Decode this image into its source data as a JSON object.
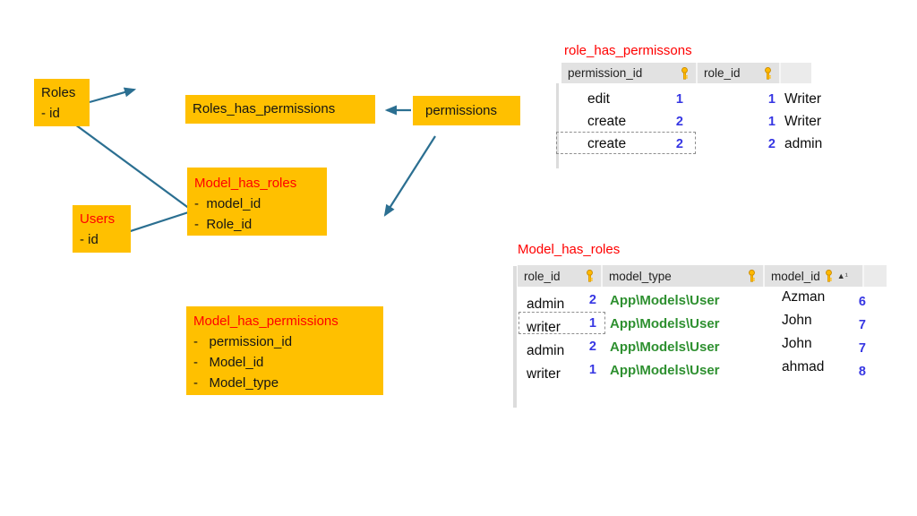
{
  "colors": {
    "box_fill": "#FFC000",
    "title_red": "#FF0000",
    "arrow_teal": "#2B6F91",
    "value_blue": "#3636E3",
    "model_type_green": "#2E9030",
    "table_header_gray": "#E2E2E2"
  },
  "boxes": {
    "roles": {
      "title": "Roles",
      "field1": "- id"
    },
    "roles_has_permissions": {
      "title": "Roles_has_permissions"
    },
    "permissions": {
      "title": "permissions"
    },
    "model_has_roles": {
      "title": "Model_has_roles",
      "field1": "-  model_id",
      "field2": "-  Role_id"
    },
    "users": {
      "title": "Users",
      "field1": "- id"
    },
    "model_has_permissions": {
      "title": "Model_has_permissions",
      "field1": "-   permission_id",
      "field2": "-   Model_id",
      "field3": "-   Model_type"
    }
  },
  "tables": {
    "role_has_permissons": {
      "title": "role_has_permissons",
      "columns": [
        "permission_id",
        "role_id"
      ],
      "rows": [
        {
          "permission_label": "edit",
          "permission_id": "1",
          "role_id": "1",
          "role_label": "Writer"
        },
        {
          "permission_label": "create",
          "permission_id": "2",
          "role_id": "1",
          "role_label": "Writer"
        },
        {
          "permission_label": "create",
          "permission_id": "2",
          "role_id": "2",
          "role_label": "admin"
        }
      ]
    },
    "model_has_roles": {
      "title": "Model_has_roles",
      "columns": [
        "role_id",
        "model_type",
        "model_id"
      ],
      "sort_indicator": "▲¹",
      "rows": [
        {
          "role_label": "admin",
          "role_id": "2",
          "model_type": "App\\Models\\User",
          "model_label": "Azman",
          "model_id": "6"
        },
        {
          "role_label": "writer",
          "role_id": "1",
          "model_type": "App\\Models\\User",
          "model_label": "John",
          "model_id": "7"
        },
        {
          "role_label": "admin",
          "role_id": "2",
          "model_type": "App\\Models\\User",
          "model_label": "John",
          "model_id": "7"
        },
        {
          "role_label": "writer",
          "role_id": "1",
          "model_type": "App\\Models\\User",
          "model_label": "ahmad",
          "model_id": "8"
        }
      ]
    }
  }
}
